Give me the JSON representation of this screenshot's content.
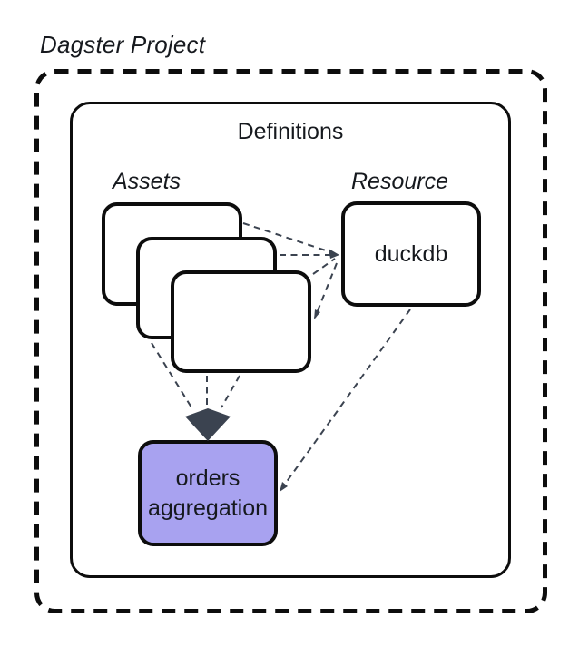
{
  "diagram": {
    "title": "Dagster Project",
    "definitions": {
      "label": "Definitions"
    },
    "assets": {
      "label": "Assets",
      "box_count": 3
    },
    "resource": {
      "label": "Resource",
      "box_label": "duckdb"
    },
    "downstream_asset": {
      "label": "orders aggregation"
    }
  },
  "colors": {
    "background": "#ffffff",
    "box_border": "#0d0d0d",
    "highlight_fill": "#a8a2f0",
    "connector": "#3b4350",
    "text": "#16191e"
  }
}
